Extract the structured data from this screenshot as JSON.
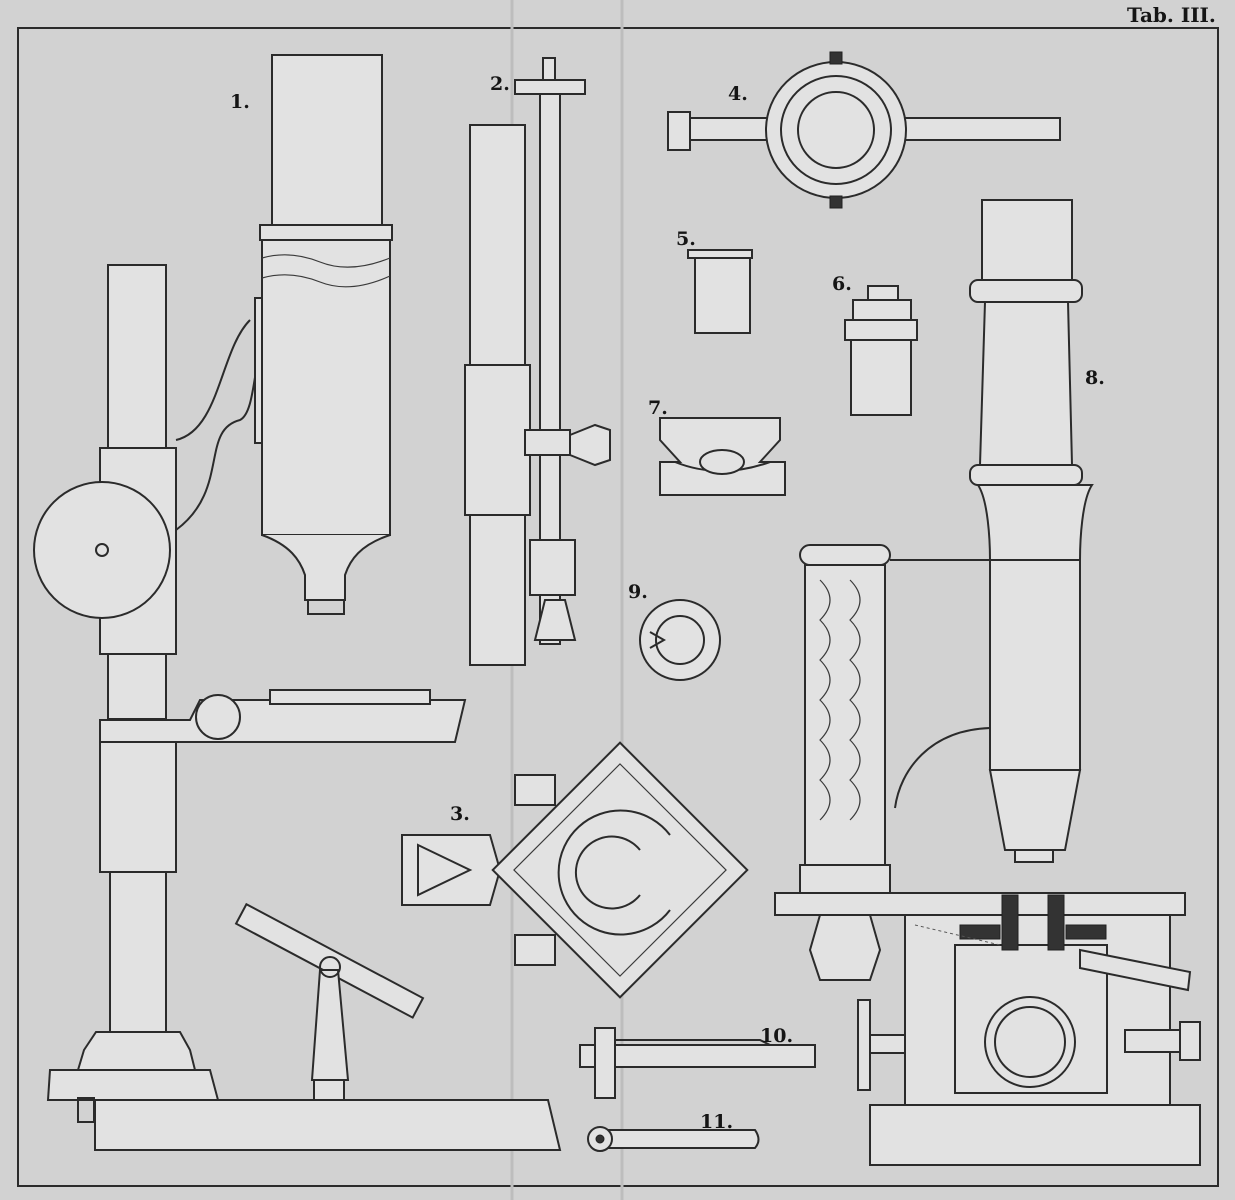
{
  "plate_label": "Tab. III.",
  "figure_numbers": [
    "1.",
    "2.",
    "3.",
    "4.",
    "5.",
    "6.",
    "7.",
    "8.",
    "9.",
    "10.",
    "11."
  ],
  "colors": {
    "paper": "#d2d2d2",
    "ink": "#2b2b2b"
  }
}
